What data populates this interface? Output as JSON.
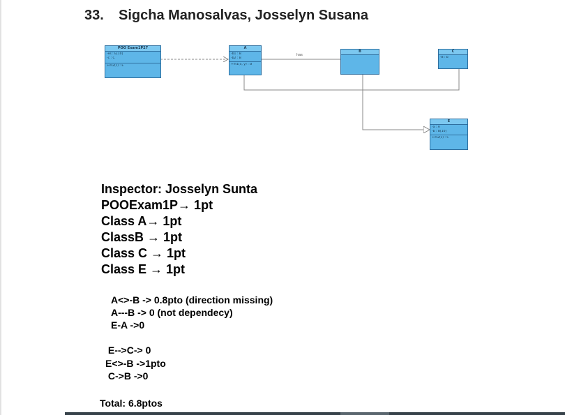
{
  "heading": {
    "number": "33.",
    "name": "Sigcha Manosalvas, Josselyn Susana"
  },
  "diagram": {
    "classes": [
      {
        "id": "poo",
        "title": "POO Exam1P27",
        "attributes": [
          "-es : E[10]",
          "-c : C"
        ],
        "methods": [
          "+m2(c) : E"
        ]
      },
      {
        "id": "a",
        "title": "A",
        "attributes": [
          "-b1 : B",
          "-b2 : B"
        ],
        "methods": [
          "+m1(x, y) : B"
        ]
      },
      {
        "id": "b",
        "title": "B",
        "attributes": [],
        "methods": []
      },
      {
        "id": "c",
        "title": "C",
        "attributes": [
          "-B : b"
        ],
        "methods": []
      },
      {
        "id": "e",
        "title": "E",
        "attributes": [
          "-a : A",
          "-b : B[10]"
        ],
        "methods": [
          "+m2(c) : C"
        ]
      }
    ],
    "relation_label": "has",
    "colors": {
      "fill": "#5eb6e8",
      "header": "#7cc8f0",
      "border": "#2f6f9f",
      "line": "#888888"
    }
  },
  "grading": {
    "inspector": "Inspector: Josselyn Sunta",
    "items": [
      "POOExam1P→  1pt",
      "Class A→ 1pt",
      "ClassB → 1pt",
      "Class C → 1pt",
      "Class E → 1pt"
    ],
    "notes_group1": [
      "A<>-B -> 0.8pto (direction missing)",
      "A---B -> 0 (not dependecy)",
      "E-A  ->0"
    ],
    "notes_group2": [
      " E-->C-> 0",
      "E<>-B ->1pto",
      " C->B ->0"
    ],
    "total": "Total: 6.8ptos"
  }
}
